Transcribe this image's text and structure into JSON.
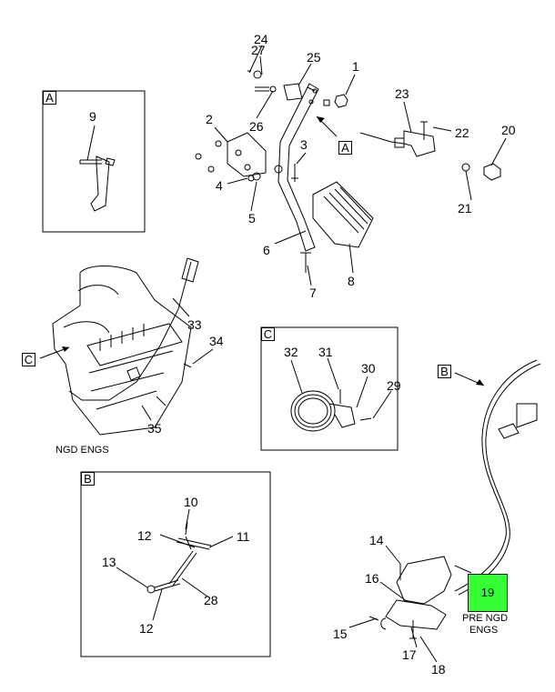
{
  "views": {
    "A": {
      "tag": "A"
    },
    "B": {
      "tag": "B"
    },
    "C": {
      "tag": "C"
    }
  },
  "callouts": {
    "c24": "24",
    "c27": "27",
    "c25": "25",
    "c1": "1",
    "c23": "23",
    "c22": "22",
    "c20": "20",
    "c2": "2",
    "c26": "26",
    "c3": "3",
    "c4": "4",
    "c5": "5",
    "c21": "21",
    "c6": "6",
    "c8": "8",
    "c7": "7",
    "c9": "9",
    "c33": "33",
    "c34": "34",
    "c35": "35",
    "c32": "32",
    "c31": "31",
    "c30": "30",
    "c29": "29",
    "c10": "10",
    "c12a": "12",
    "c11": "11",
    "c13": "13",
    "c28": "28",
    "c12b": "12",
    "c14": "14",
    "c16": "16",
    "c19": "19",
    "c15": "15",
    "c17": "17",
    "c18": "18"
  },
  "notes": {
    "ngd": "NGD ENGS",
    "pre_ngd_1": "PRE NGD",
    "pre_ngd_2": "ENGS"
  },
  "highlight_color": "#33ff33"
}
